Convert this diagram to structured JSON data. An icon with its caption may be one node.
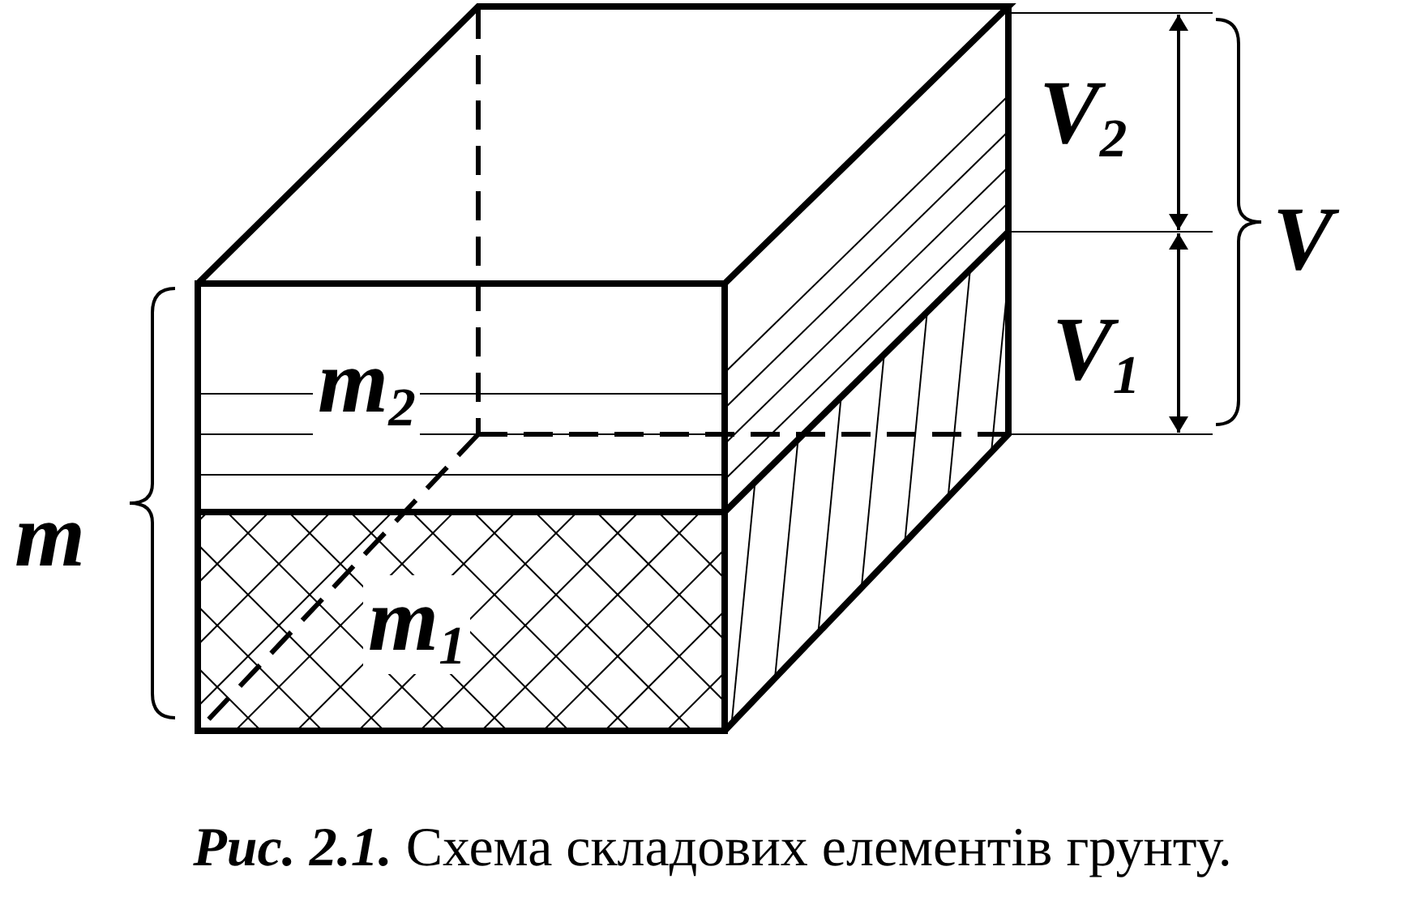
{
  "diagram": {
    "caption": "**Рис. 2.1.** Схема складових елементів грунту.",
    "labels": [
      "V$_{2}$",
      "V",
      "m$_{2}$",
      "V$_{1}$",
      "m",
      "m$_{1}$"
    ]
  }
}
